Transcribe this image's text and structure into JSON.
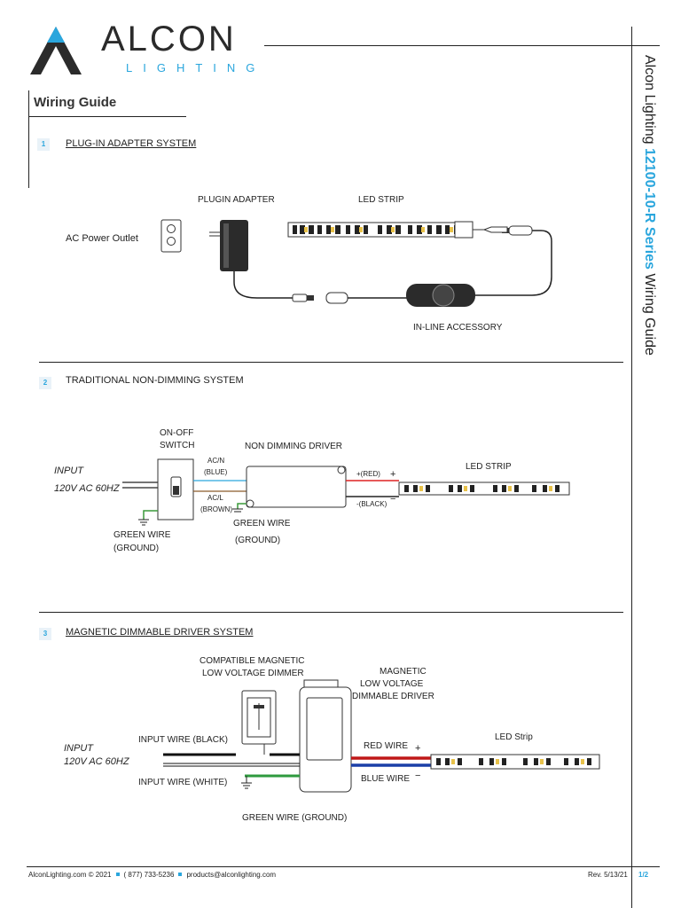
{
  "brand": {
    "logo_word": "ALCON",
    "logo_sub": "LIGHTING"
  },
  "side_title": {
    "prefix": "Alcon Lighting ",
    "model": "12100-10-R Series",
    "suffix": " Wiring Guide"
  },
  "page_heading": "Wiring Guide",
  "sections": [
    {
      "number": "1",
      "title": "PLUG-IN ADAPTER SYSTEM",
      "labels": {
        "ac_outlet": "AC Power Outlet",
        "plugin_adapter": "PLUGIN ADAPTER",
        "led_strip": "LED STRIP",
        "inline_accessory": "IN-LINE ACCESSORY"
      }
    },
    {
      "number": "2",
      "title": "TRADITIONAL NON-DIMMING SYSTEM",
      "labels": {
        "on_off_switch_1": "ON-OFF",
        "on_off_switch_2": "SWITCH",
        "driver": "NON DIMMING DRIVER",
        "input": "INPUT",
        "input_voltage": "120V AC 60HZ",
        "acn": "AC/N",
        "acn_color": "(BLUE)",
        "acl": "AC/L",
        "acl_color": "(BROWN)",
        "red": "+(RED)",
        "black": "-(BLACK)",
        "plus": "+",
        "minus": "−",
        "led_strip": "LED STRIP",
        "green_wire_1a": "GREEN WIRE",
        "green_wire_1b": "(GROUND)",
        "green_wire_2a": "GREEN WIRE",
        "green_wire_2b": "(GROUND)"
      }
    },
    {
      "number": "3",
      "title": "MAGNETIC DIMMABLE DRIVER SYSTEM",
      "labels": {
        "dimmer_1": "COMPATIBLE MAGNETIC",
        "dimmer_2": "LOW VOLTAGE DIMMER",
        "driver_1": "MAGNETIC",
        "driver_2": "LOW VOLTAGE",
        "driver_3": "DIMMABLE DRIVER",
        "input": "INPUT",
        "input_voltage": "120V AC 60HZ",
        "input_black": "INPUT WIRE (BLACK)",
        "input_white": "INPUT WIRE (WHITE)",
        "red_wire": "RED WIRE",
        "blue_wire": "BLUE WIRE",
        "plus": "+",
        "minus": "−",
        "led_strip": "LED Strip",
        "green_wire": "GREEN WIRE (GROUND)"
      }
    }
  ],
  "footer": {
    "website": "AlconLighting.com © 2021",
    "phone": "( 877) 733-5236",
    "email": "products@alconlighting.com",
    "revision": "Rev. 5/13/21",
    "page": "1/2"
  },
  "colors": {
    "accent": "#2aa6dd",
    "logo_dark": "#2b2b2b"
  }
}
